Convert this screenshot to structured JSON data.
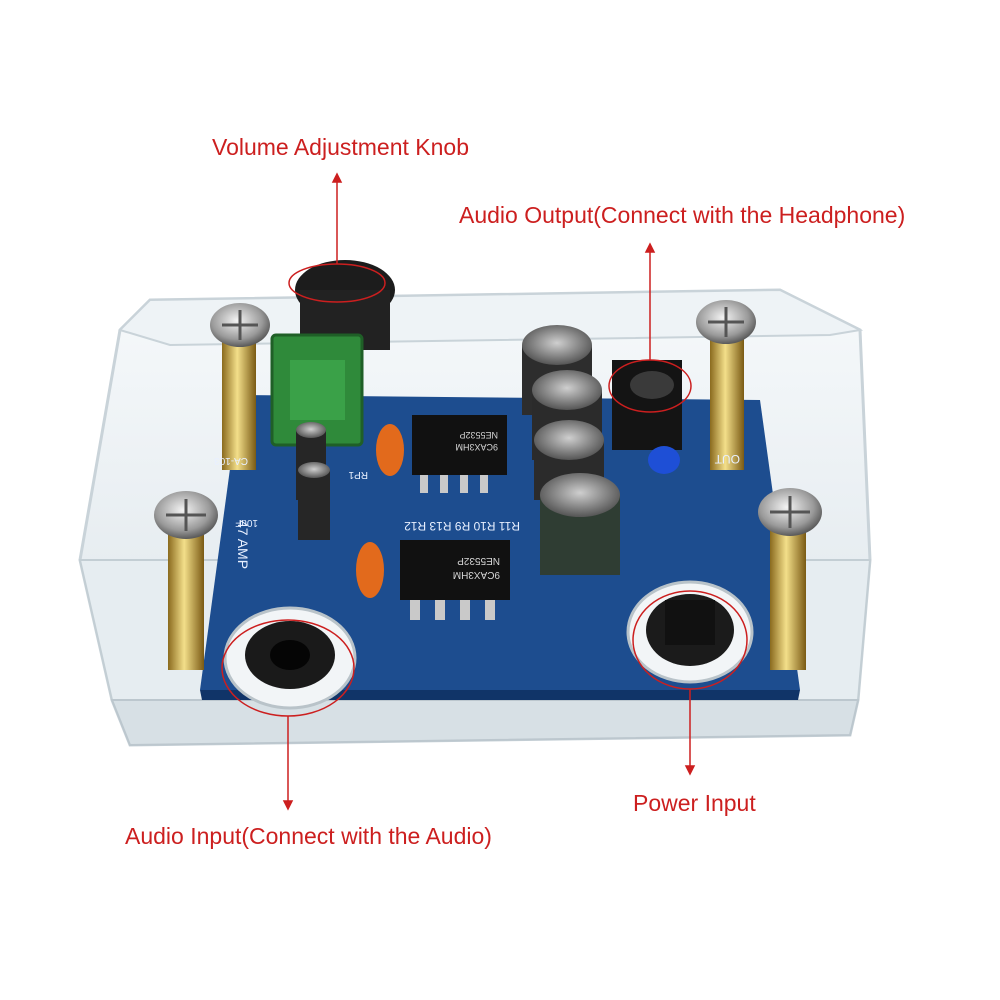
{
  "callouts": {
    "volume_knob": "Volume Adjustment Knob",
    "audio_output": "Audio Output(Connect with the Headphone)",
    "audio_input": "Audio Input(Connect with the Audio)",
    "power_input": "Power Input"
  },
  "pcb_silkscreen": {
    "board_name": "47 AMP",
    "chip_top": "NE5532P",
    "chip_top_code": "9CAX3HM",
    "chip_bottom": "NE5532P",
    "chip_bottom_code": "9CAX3HM",
    "resistor_row": "R11 R10 R9 R13 R12",
    "out_label": "OUT",
    "pot_label": "CA-103",
    "cap_label": "10uF",
    "rp_label": "RP1"
  },
  "colors": {
    "annotation": "#cc1f1f",
    "pcb": "#1d4d8f",
    "pot": "#2f8a3a",
    "acrylic_edge": "#dfe6ea"
  }
}
